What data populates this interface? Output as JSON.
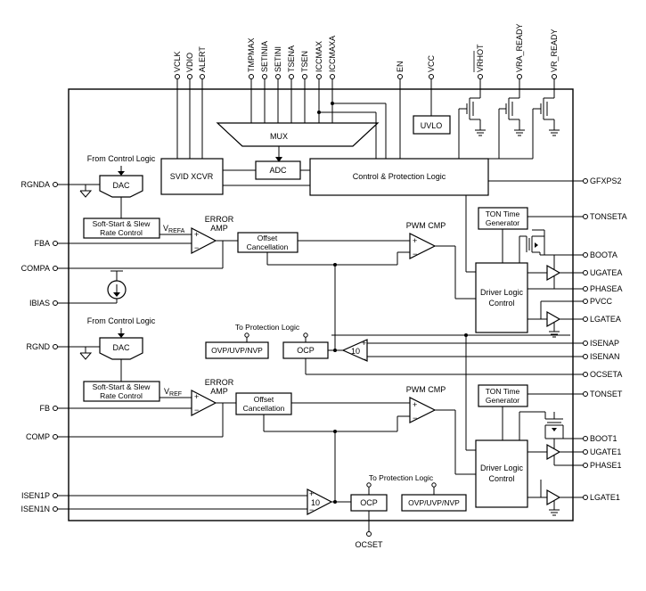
{
  "top_pins": [
    "VCLK",
    "VDIO",
    "ALERT",
    "TMPMAX",
    "SETINIA",
    "SETINI",
    "TSENA",
    "TSEN",
    "ICCMAX",
    "ICCMAXA",
    "EN",
    "VCC",
    "VRHOT",
    "VRA_READY",
    "VR_READY"
  ],
  "left_pins": [
    "RGNDA",
    "FBA",
    "COMPA",
    "IBIAS",
    "RGND",
    "FB",
    "COMP",
    "ISEN1P",
    "ISEN1N"
  ],
  "right_pins": [
    "GFXPS2",
    "TONSETA",
    "BOOTA",
    "UGATEA",
    "PHASEA",
    "PVCC",
    "LGATEA",
    "ISENAP",
    "ISENAN",
    "OCSETA",
    "TONSET",
    "BOOT1",
    "UGATE1",
    "PHASE1",
    "LGATE1"
  ],
  "bottom_pins": [
    "OCSET"
  ],
  "blocks": {
    "mux": "MUX",
    "adc": "ADC",
    "uvlo": "UVLO",
    "svid": "SVID XCVR",
    "control": "Control & Protection Logic",
    "from_control_a": "From Control Logic",
    "dac_a": "DAC",
    "softstart_a_l1": "Soft-Start & Slew",
    "softstart_a_l2": "Rate Control",
    "vrefa_v": "V",
    "vrefa_sub": "REFA",
    "error_amp_a_l1": "ERROR",
    "error_amp_a_l2": "AMP",
    "offset_a_l1": "Offset",
    "offset_a_l2": "Cancellation",
    "pwm_cmp_a": "PWM CMP",
    "ton_a_l1": "TON Time",
    "ton_a_l2": "Generator",
    "driver_a_l1": "Driver Logic",
    "driver_a_l2": "Control",
    "from_control_b": "From Control Logic",
    "dac_b": "DAC",
    "softstart_b_l1": "Soft-Start & Slew",
    "softstart_b_l2": "Rate Control",
    "vref_v": "V",
    "vref_sub": "REF",
    "error_amp_b_l1": "ERROR",
    "error_amp_b_l2": "AMP",
    "offset_b_l1": "Offset",
    "offset_b_l2": "Cancellation",
    "to_protection_a": "To Protection Logic",
    "ovp_a": "OVP/UVP/NVP",
    "ocp_a": "OCP",
    "gain_a": "10",
    "pwm_cmp_b": "PWM CMP",
    "ton_b_l1": "TON Time",
    "ton_b_l2": "Generator",
    "driver_b_l1": "Driver Logic",
    "driver_b_l2": "Control",
    "to_protection_b": "To Protection Logic",
    "ocp_b": "OCP",
    "ovp_b": "OVP/UVP/NVP",
    "gain_b": "10"
  }
}
